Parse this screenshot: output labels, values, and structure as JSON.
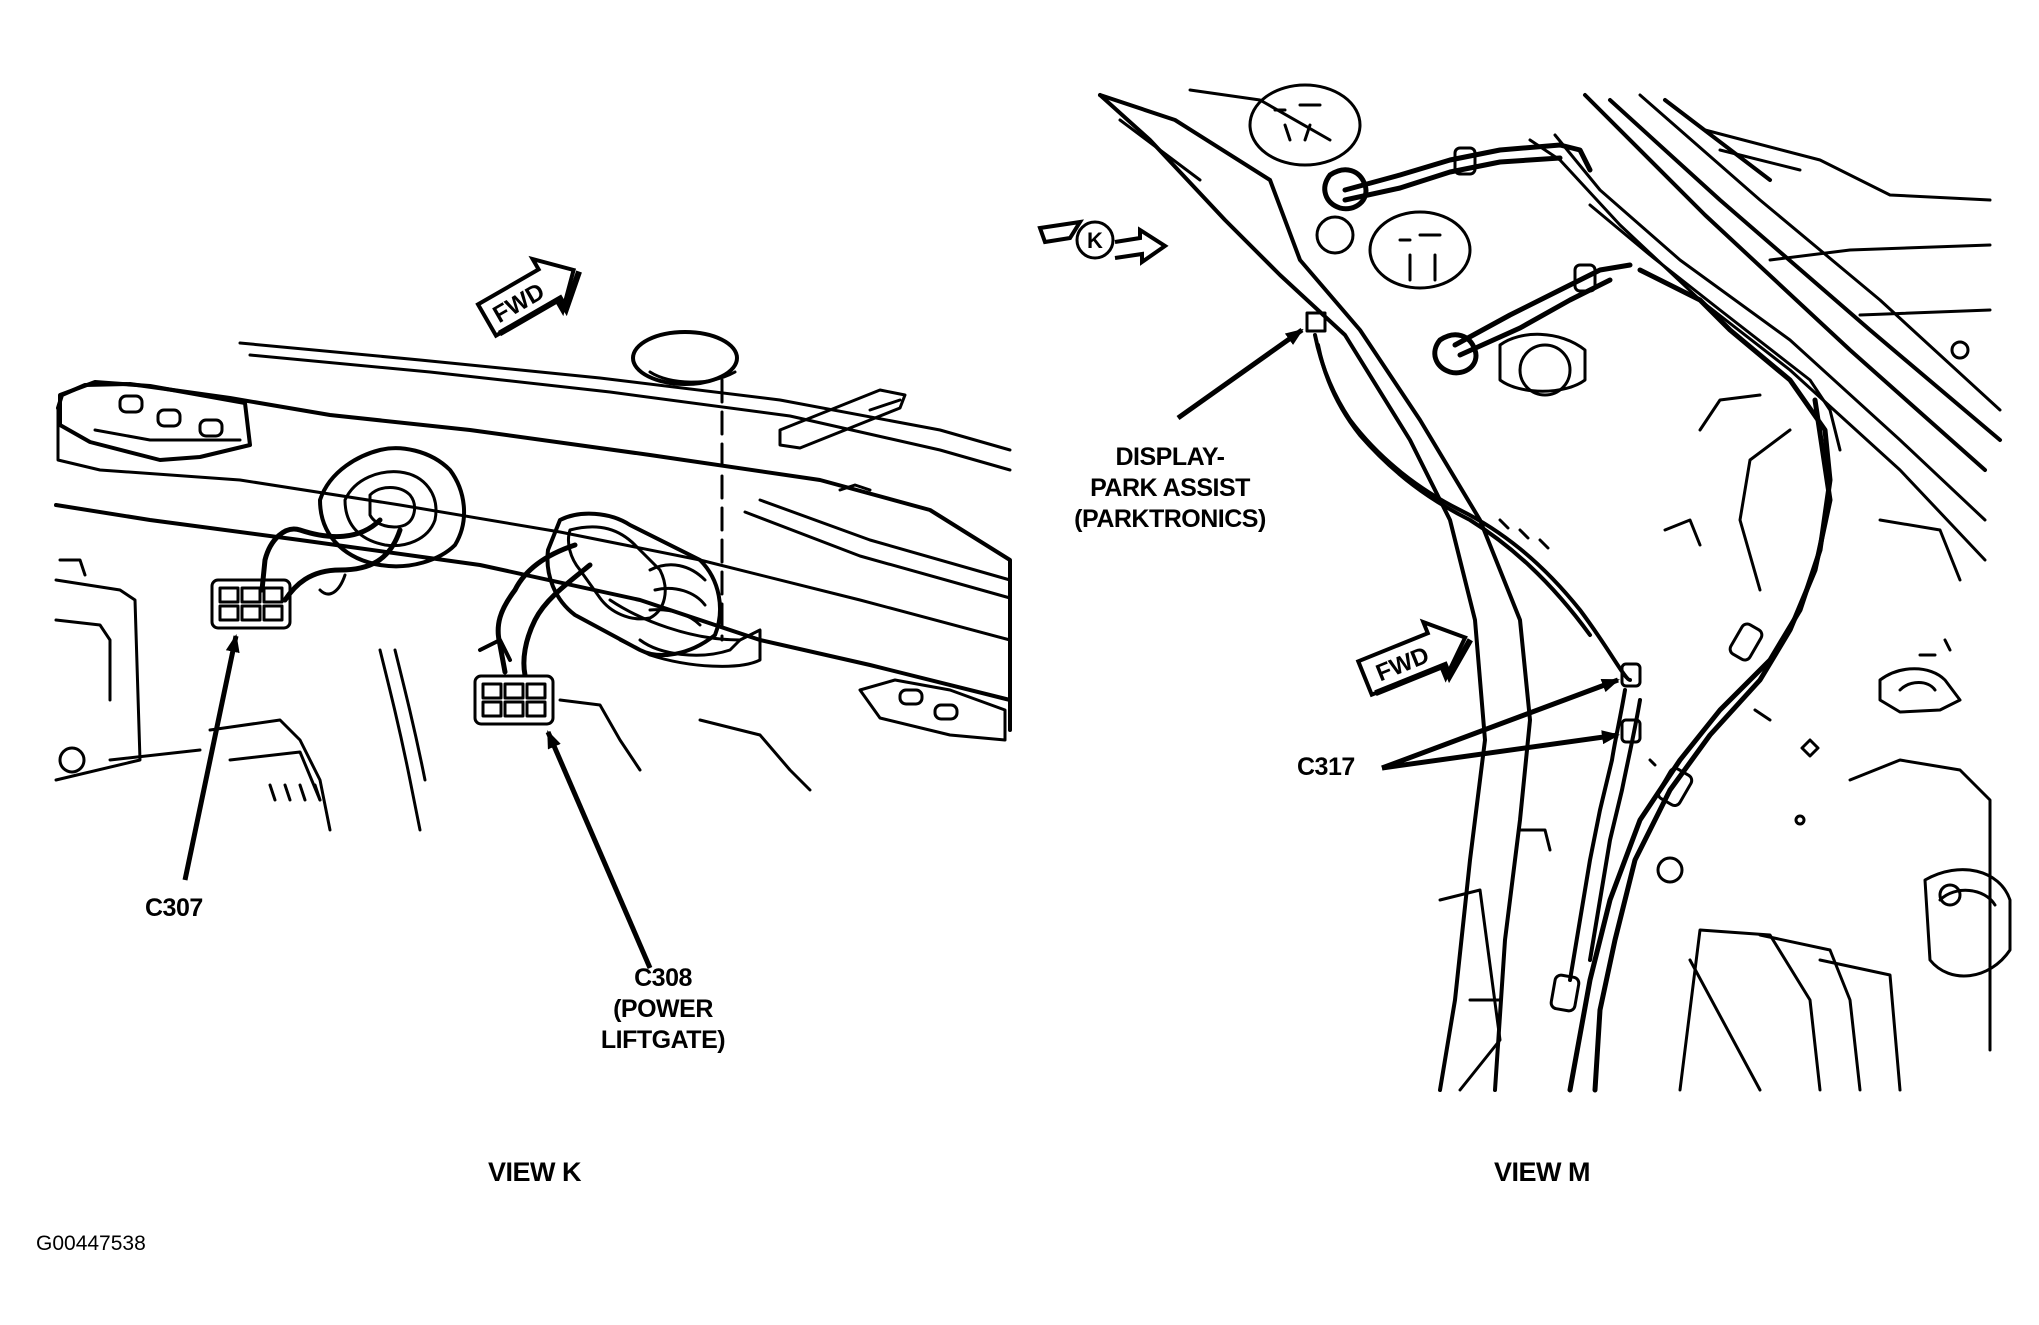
{
  "views": [
    {
      "caption": "VIEW K",
      "badges": {
        "fwd": "FWD"
      },
      "callouts": {
        "c307": "C307",
        "c308": [
          "C308",
          "(POWER",
          "LIFTGATE)"
        ]
      }
    },
    {
      "caption": "VIEW M",
      "badges": {
        "view_ref": "K",
        "fwd": "FWD"
      },
      "callouts": {
        "display": [
          "DISPLAY-",
          "PARK ASSIST",
          "(PARKTRONICS)"
        ],
        "c317": "C317"
      }
    }
  ],
  "figure_id": "G00447538"
}
